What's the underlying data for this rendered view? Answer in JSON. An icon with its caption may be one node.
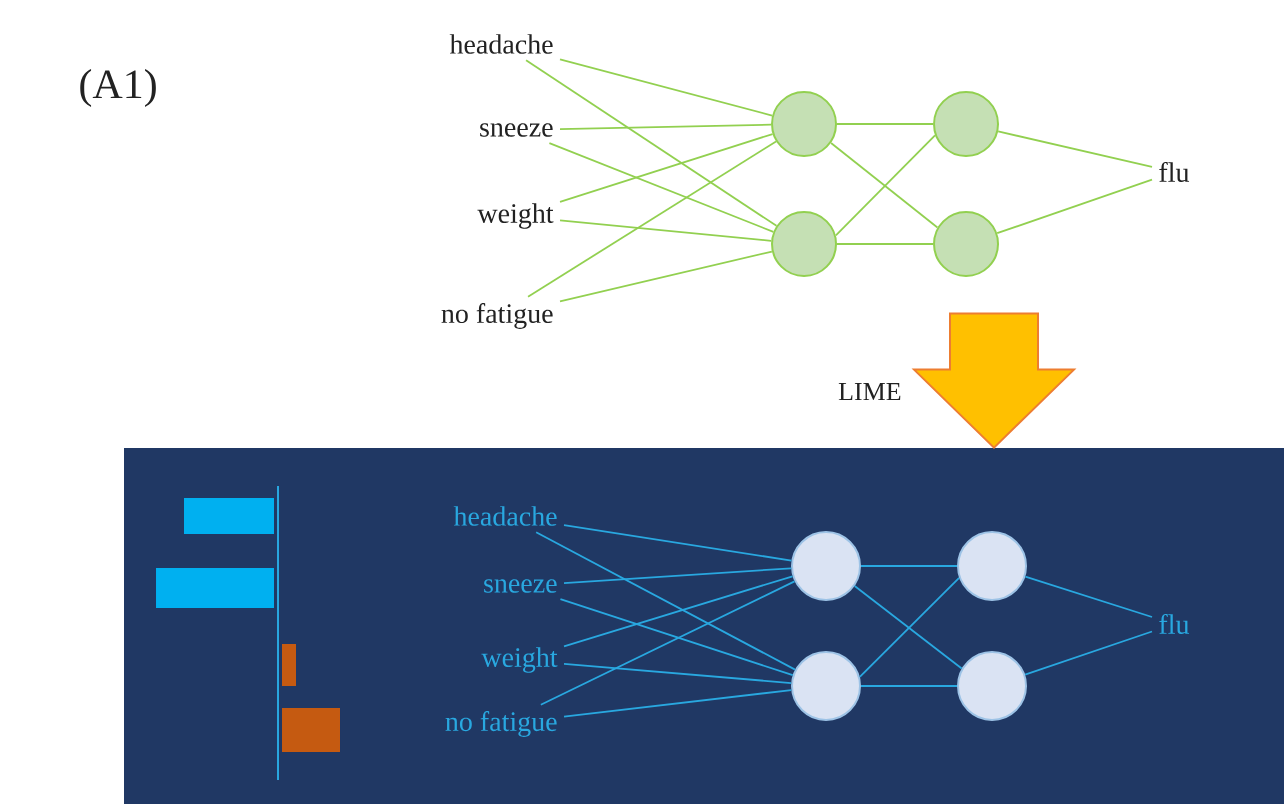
{
  "diagram": {
    "nodes": [
      {
        "text": [
          "headache"
        ]
      },
      {
        "text": [
          "sneeze"
        ]
      },
      {
        "text": [
          "weight"
        ]
      },
      {
        "text": [
          "no fatigue"
        ]
      },
      {
        "text": [],
        "shape": "circle"
      },
      {
        "text": [],
        "shape": "circle"
      },
      {
        "text": [],
        "shape": "circle"
      },
      {
        "text": [],
        "shape": "circle"
      },
      {
        "text": [
          "flu"
        ]
      },
      {
        "text": [],
        "shape": "box"
      },
      {
        "text": [
          "headache"
        ],
        "in": 9
      },
      {
        "text": [
          "sneeze"
        ],
        "in": 9
      },
      {
        "text": [
          "weight"
        ],
        "in": 9
      },
      {
        "text": [
          "no fatigue"
        ],
        "in": 9
      },
      {
        "text": [],
        "shape": "circle",
        "in": 9
      },
      {
        "text": [],
        "shape": "circle",
        "in": 9
      },
      {
        "text": [],
        "shape": "circle",
        "in": 9
      },
      {
        "text": [],
        "shape": "circle",
        "in": 9
      },
      {
        "text": [
          "flu"
        ],
        "in": 9
      }
    ],
    "edges": [
      {
        "from": 0,
        "to": 4,
        "arrow": "none",
        "color": "#92d050"
      },
      {
        "from": 0,
        "to": 5,
        "arrow": "none",
        "color": "#92d050"
      },
      {
        "from": 1,
        "to": 4,
        "arrow": "none",
        "color": "#92d050"
      },
      {
        "from": 1,
        "to": 5,
        "arrow": "none",
        "color": "#92d050"
      },
      {
        "from": 2,
        "to": 4,
        "arrow": "none",
        "color": "#92d050"
      },
      {
        "from": 2,
        "to": 5,
        "arrow": "none",
        "color": "#92d050"
      },
      {
        "from": 3,
        "to": 4,
        "arrow": "none",
        "color": "#92d050"
      },
      {
        "from": 3,
        "to": 5,
        "arrow": "none",
        "color": "#92d050"
      },
      {
        "from": 4,
        "to": 6,
        "arrow": "none",
        "color": "#92d050"
      },
      {
        "from": 4,
        "to": 7,
        "arrow": "none",
        "color": "#92d050"
      },
      {
        "from": 5,
        "to": 6,
        "arrow": "none",
        "color": "#92d050"
      },
      {
        "from": 5,
        "to": 7,
        "arrow": "none",
        "color": "#92d050"
      },
      {
        "from": 6,
        "to": 8,
        "arrow": "none",
        "color": "#92d050"
      },
      {
        "from": 7,
        "to": 8,
        "arrow": "none",
        "color": "#92d050"
      },
      {
        "from": null,
        "to": 9,
        "arrow": "to",
        "label": "LIME",
        "style": "thick",
        "color": "#ffc000"
      },
      {
        "from": 10,
        "to": 14,
        "arrow": "none",
        "color": "#29a8e0"
      },
      {
        "from": 10,
        "to": 15,
        "arrow": "none",
        "color": "#29a8e0"
      },
      {
        "from": 11,
        "to": 14,
        "arrow": "none",
        "color": "#29a8e0"
      },
      {
        "from": 11,
        "to": 15,
        "arrow": "none",
        "color": "#29a8e0"
      },
      {
        "from": 12,
        "to": 14,
        "arrow": "none",
        "color": "#29a8e0"
      },
      {
        "from": 12,
        "to": 15,
        "arrow": "none",
        "color": "#29a8e0"
      },
      {
        "from": 13,
        "to": 14,
        "arrow": "none",
        "color": "#29a8e0"
      },
      {
        "from": 13,
        "to": 15,
        "arrow": "none",
        "color": "#29a8e0"
      },
      {
        "from": 14,
        "to": 16,
        "arrow": "none",
        "color": "#29a8e0"
      },
      {
        "from": 14,
        "to": 17,
        "arrow": "none",
        "color": "#29a8e0"
      },
      {
        "from": 15,
        "to": 16,
        "arrow": "none",
        "color": "#29a8e0"
      },
      {
        "from": 15,
        "to": 17,
        "arrow": "none",
        "color": "#29a8e0"
      },
      {
        "from": 16,
        "to": 18,
        "arrow": "none",
        "color": "#29a8e0"
      },
      {
        "from": 17,
        "to": 18,
        "arrow": "none",
        "color": "#29a8e0"
      }
    ],
    "labels": [
      "(A1)"
    ]
  }
}
